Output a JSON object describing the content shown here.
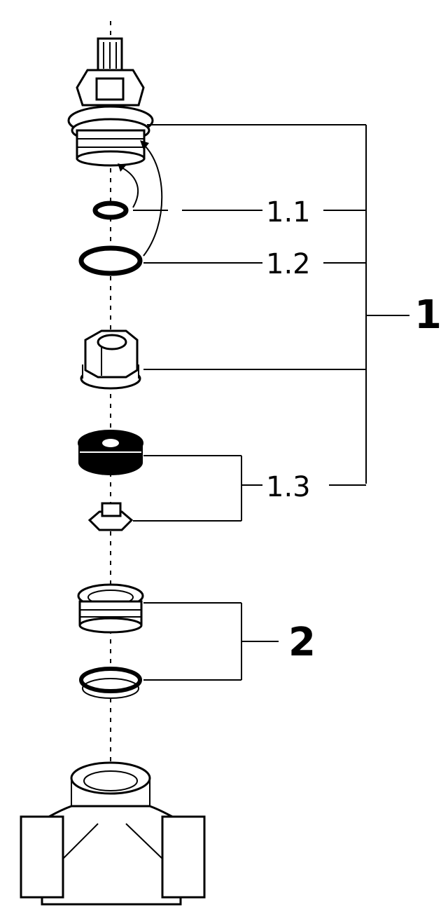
{
  "callouts": {
    "label_1_1": "1.1",
    "label_1_2": "1.2",
    "label_1_3": "1.3",
    "label_1": "1",
    "label_2": "2"
  },
  "colors": {
    "line": "#000000",
    "background": "#ffffff"
  }
}
